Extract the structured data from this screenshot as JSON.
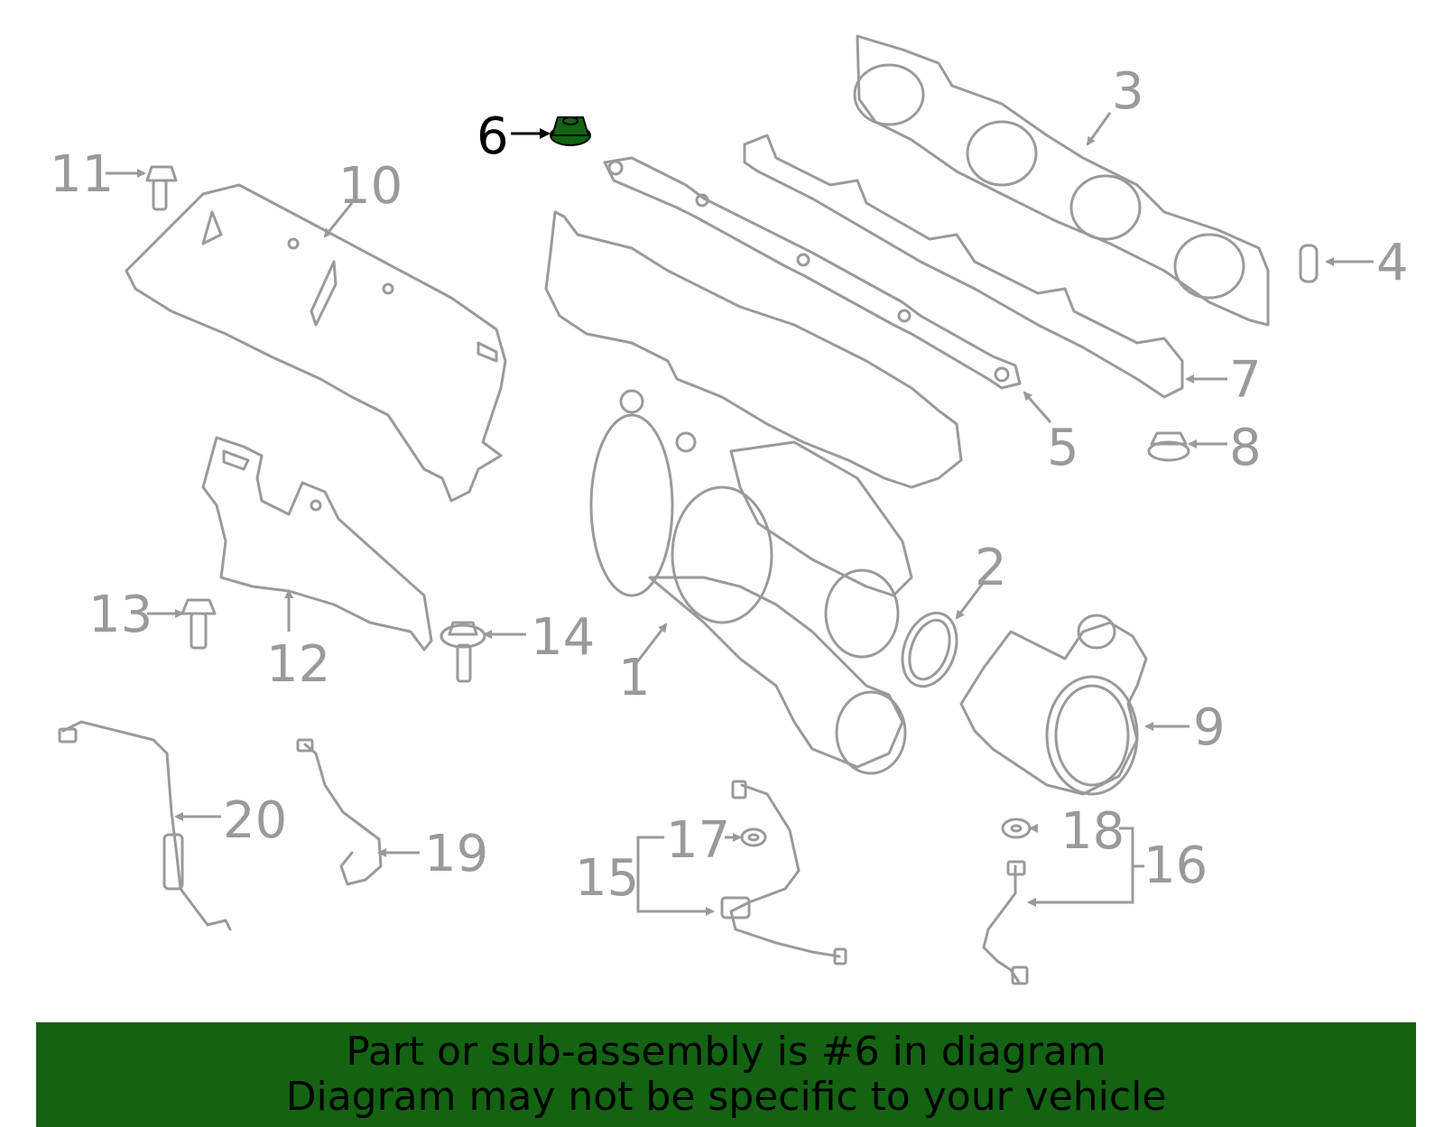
{
  "diagram": {
    "highlighted_part": "6",
    "highlight_color": "#136313",
    "part_color": "#9a9a9a",
    "callouts": {
      "p1": "1",
      "p2": "2",
      "p3": "3",
      "p4": "4",
      "p5": "5",
      "p6": "6",
      "p7": "7",
      "p8": "8",
      "p9": "9",
      "p10": "10",
      "p11": "11",
      "p12": "12",
      "p13": "13",
      "p14": "14",
      "p15": "15",
      "p16": "16",
      "p17": "17",
      "p18": "18",
      "p19": "19",
      "p20": "20"
    }
  },
  "banner": {
    "line1": "Part or sub-assembly is #6 in diagram",
    "line2": "Diagram may not be specific to your vehicle",
    "background": "#136313"
  }
}
